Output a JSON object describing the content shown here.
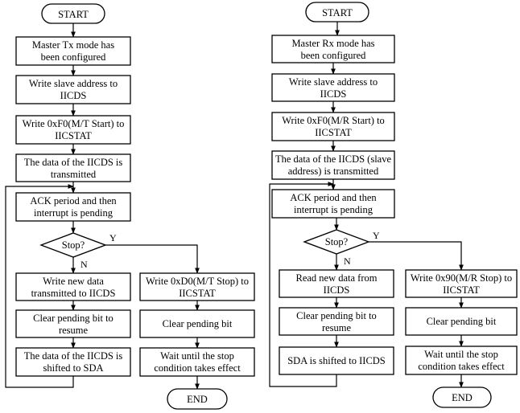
{
  "tx": {
    "start": "START",
    "s1": [
      "Master Tx mode has",
      "been configured"
    ],
    "s2": [
      "Write slave address to",
      "IICDS"
    ],
    "s3": [
      "Write 0xF0(M/T Start) to",
      "IICSTAT"
    ],
    "s4": [
      "The data of the IICDS is",
      "transmitted"
    ],
    "s5": [
      "ACK period and then",
      "interrupt is pending"
    ],
    "decision": "Stop?",
    "yes": "Y",
    "no": "N",
    "n1": [
      "Write new data",
      "transmitted to IICDS"
    ],
    "n2": [
      "Clear pending bit to",
      "resume"
    ],
    "n3": [
      "The data of the IICDS is",
      "shifted to SDA"
    ],
    "y1": [
      "Write 0xD0(M/T Stop) to",
      "IICSTAT"
    ],
    "y2": [
      "Clear pending bit"
    ],
    "y3": [
      "Wait until the stop",
      "condition takes effect"
    ],
    "end": "END"
  },
  "rx": {
    "start": "START",
    "s1": [
      "Master Rx mode has",
      "been configured"
    ],
    "s2": [
      "Write slave address to",
      "IICDS"
    ],
    "s3": [
      "Write 0xF0(M/R Start) to",
      "IICSTAT"
    ],
    "s4": [
      "The data of the IICDS (slave",
      "address) is transmitted"
    ],
    "s5": [
      "ACK period and then",
      "interrupt is pending"
    ],
    "decision": "Stop?",
    "yes": "Y",
    "no": "N",
    "n1": [
      "Read new data from",
      "IICDS"
    ],
    "n2": [
      "Clear pending bit to",
      "resume"
    ],
    "n3": [
      "SDA is shifted to IICDS"
    ],
    "y1": [
      "Write 0x90(M/R Stop) to",
      "IICSTAT"
    ],
    "y2": [
      "Clear pending bit"
    ],
    "y3": [
      "Wait until the stop",
      "condition takes effect"
    ],
    "end": "END"
  }
}
